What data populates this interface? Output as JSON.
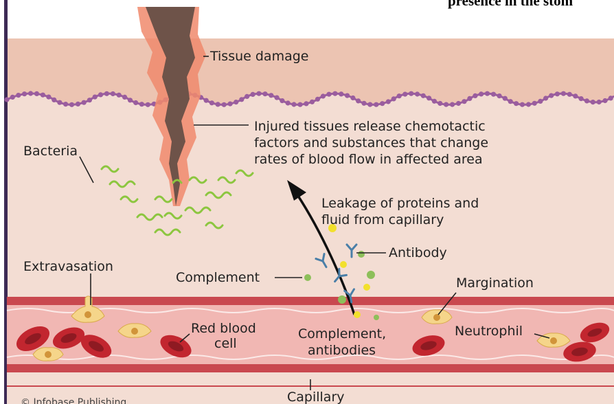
{
  "header_fragment": "presence in the stom",
  "labels": {
    "tissue_damage": "Tissue damage",
    "injured_line1": "Injured tissues release chemotactic",
    "injured_line2": "factors and substances that change",
    "injured_line3": "rates of blood flow in affected area",
    "bacteria": "Bacteria",
    "leakage_line1": "Leakage of proteins and",
    "leakage_line2": "fluid from capillary",
    "antibody": "Antibody",
    "extravasation": "Extravasation",
    "complement": "Complement",
    "margination": "Margination",
    "red_blood_line1": "Red blood",
    "red_blood_line2": "cell",
    "comp_anti_line1": "Complement,",
    "comp_anti_line2": "antibodies",
    "neutrophil": "Neutrophil",
    "capillary": "Capillary",
    "credit": "© Infobase Publishing"
  },
  "colors": {
    "tissue_background": "#f3ddd3",
    "skin_layer": "#ecc4b2",
    "membrane_beads": "#9a5d9e",
    "wound": "#6e5349",
    "wound_glow": "#f08a6c",
    "capillary_wall": "#c9484f",
    "blood_plasma": "#f1b7b3",
    "red_blood_cell": "#c2262f",
    "neutrophil": "#f5d58a",
    "bacteria": "#8cc63f",
    "antibody": "#4a7fa8",
    "complement_dot": "#8dbf5a",
    "protein_dot": "#f2e02c"
  }
}
